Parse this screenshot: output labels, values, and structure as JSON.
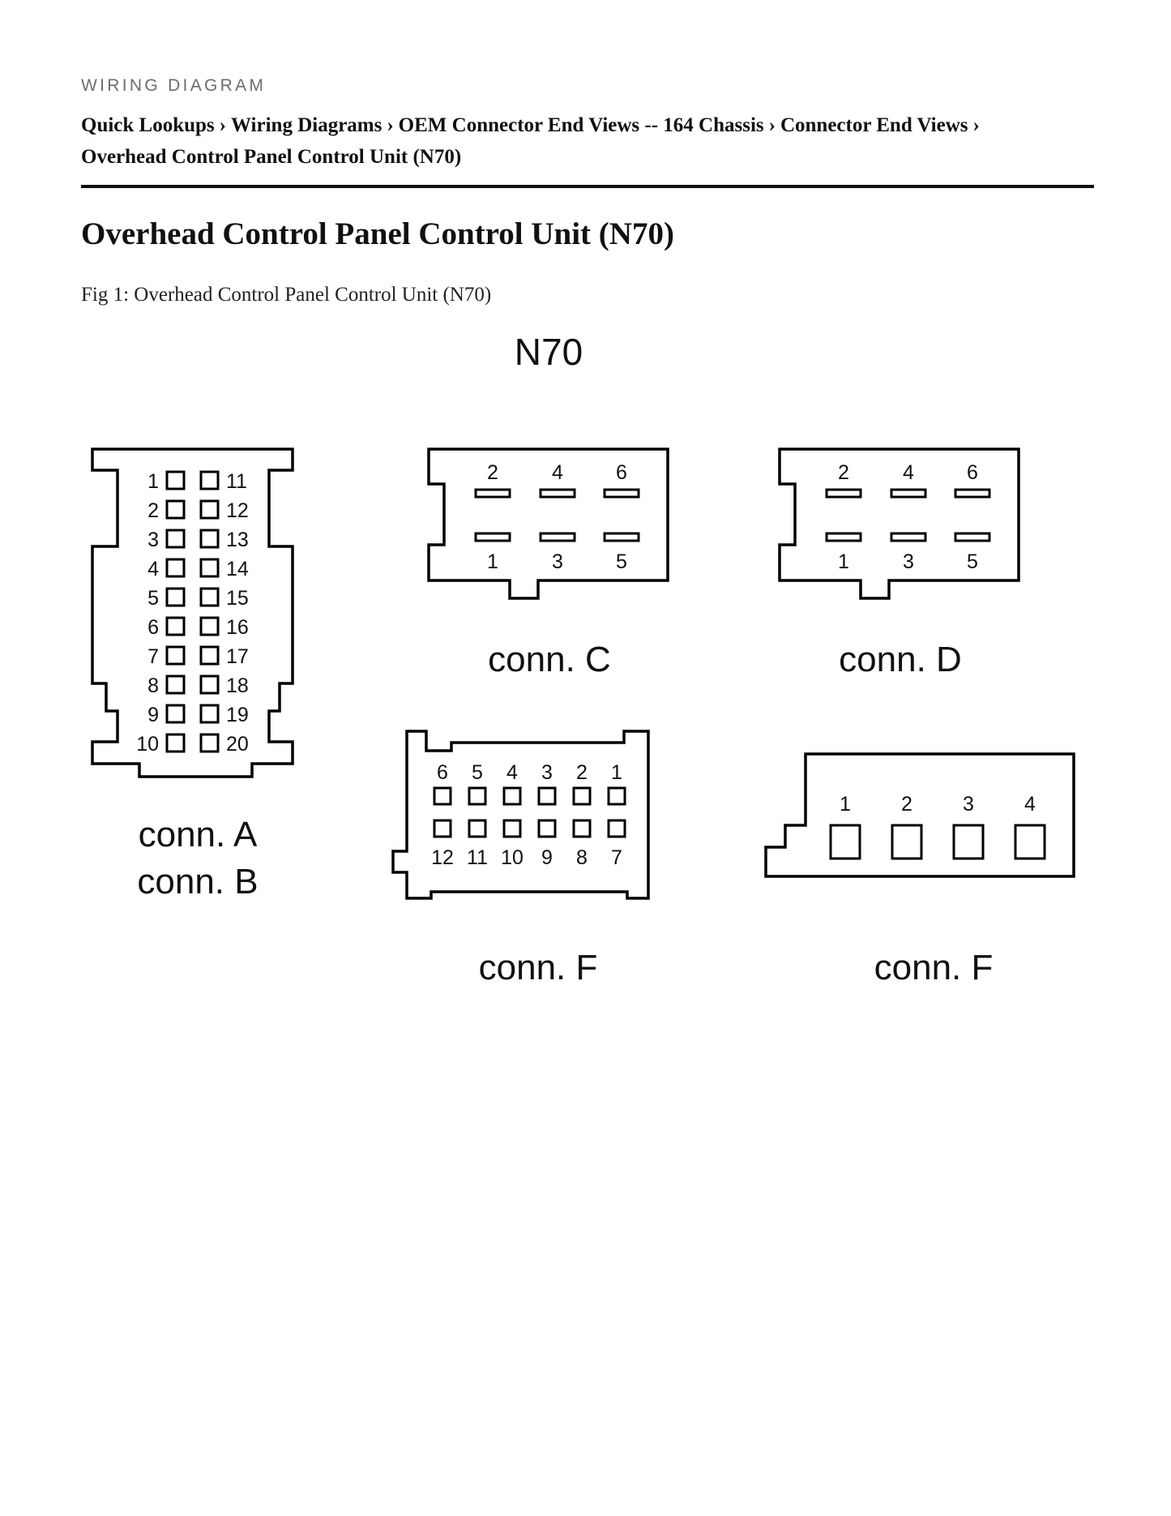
{
  "header": {
    "kicker": "WIRING DIAGRAM",
    "breadcrumbs": [
      "Quick Lookups",
      "Wiring Diagrams",
      "OEM Connector End Views -- 164 Chassis",
      "Connector End Views",
      "Overhead Control Panel Control Unit (N70)"
    ],
    "separator": "›"
  },
  "main": {
    "title": "Overhead Control Panel Control Unit (N70)",
    "figure_caption": "Fig 1: Overhead Control Panel Control Unit (N70)"
  },
  "diagram": {
    "unit_label": "N70",
    "connectors": [
      {
        "labels": [
          "conn. A",
          "conn. B"
        ],
        "pins_left": [
          "1",
          "2",
          "3",
          "4",
          "5",
          "6",
          "7",
          "8",
          "9",
          "10"
        ],
        "pins_right": [
          "11",
          "12",
          "13",
          "14",
          "15",
          "16",
          "17",
          "18",
          "19",
          "20"
        ]
      },
      {
        "labels": [
          "conn. C"
        ],
        "pins_top": [
          "2",
          "4",
          "6"
        ],
        "pins_bottom": [
          "1",
          "3",
          "5"
        ]
      },
      {
        "labels": [
          "conn. D"
        ],
        "pins_top": [
          "2",
          "4",
          "6"
        ],
        "pins_bottom": [
          "1",
          "3",
          "5"
        ]
      },
      {
        "labels": [
          "conn. F"
        ],
        "pins_top": [
          "6",
          "5",
          "4",
          "3",
          "2",
          "1"
        ],
        "pins_bottom": [
          "12",
          "11",
          "10",
          "9",
          "8",
          "7"
        ]
      },
      {
        "labels": [
          "conn. F"
        ],
        "pins": [
          "1",
          "2",
          "3",
          "4"
        ]
      }
    ]
  }
}
